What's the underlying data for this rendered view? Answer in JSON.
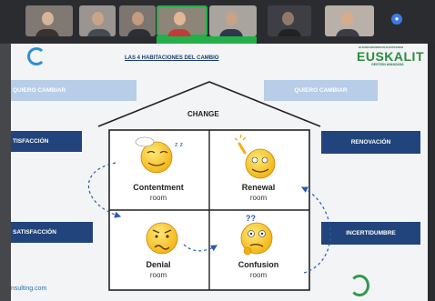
{
  "meeting": {
    "self_initial": "●"
  },
  "slide": {
    "title": "LAS 4 HABITACIONES DEL CAMBIO",
    "logo": {
      "top": "ELKARGOEAREN ELKARTEAREN",
      "main": "EUSKALIT",
      "sub": "GESTIÓN AVANZADA"
    },
    "buttons": {
      "top_left": "QUIERO CAMBIAR",
      "top_right": "QUIERO CAMBIAR",
      "left_upper": "TISFACCIÓN",
      "left_lower": "SATISFACCIÓN",
      "right_upper": "RENOVACIÓN",
      "right_lower": "INCERTIDUMBRE"
    },
    "house_label": "CHANGE",
    "rooms": [
      {
        "name": "Contentment",
        "sub": "room"
      },
      {
        "name": "Renewal",
        "sub": "room"
      },
      {
        "name": "Denial",
        "sub": "room"
      },
      {
        "name": "Confusion",
        "sub": "room"
      }
    ],
    "footer": {
      "left": "nsulting.com"
    }
  },
  "colors": {
    "pill_dark": "#21447c",
    "pill_light": "#b7cde8",
    "meeting_active": "#23b04a",
    "euskalit_green": "#2b8d3d"
  }
}
